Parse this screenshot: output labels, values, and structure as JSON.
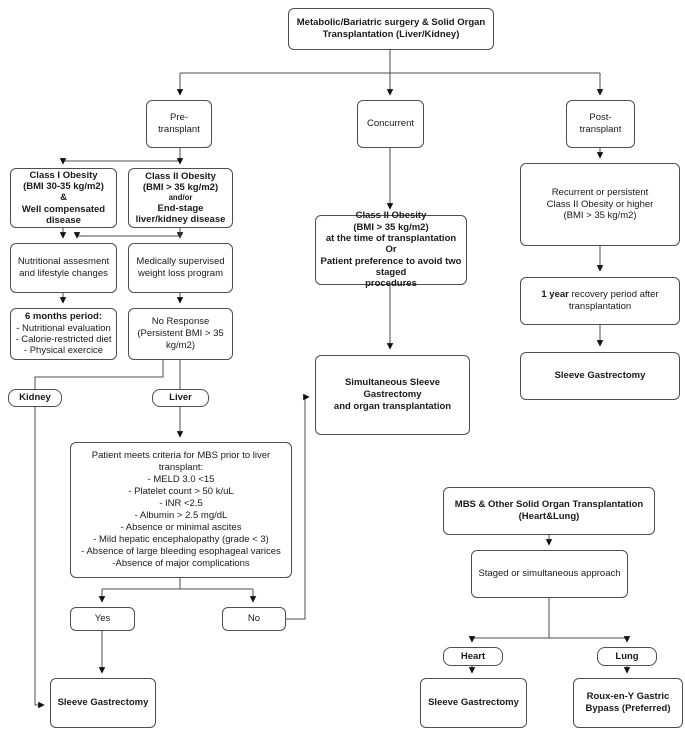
{
  "diagram": {
    "title": "Metabolic/Bariatric surgery & Solid Organ\nTransplantation (Liver/Kidney)",
    "phases": {
      "pre": "Pre-transplant",
      "concurrent": "Concurrent",
      "post": "Post-transplant"
    },
    "pre_path": {
      "class1": "Class I Obesity\n(BMI 30-35 kg/m2)\n&\nWell compensated\ndisease",
      "class2_top": "Class II Obesity\n(BMI > 35 kg/m2)",
      "class2_mid": "and/or",
      "class2_bottom": "End-stage\nliver/kidney disease",
      "nutritional": "Nutritional assesment\nand lifestyle changes",
      "medically": "Medically supervised\nweight loss program",
      "six_months_title": "6 months period:",
      "six_months_items": "- Nutritional evaluation\n- Calorie-restricted diet\n- Physical exercice",
      "no_response": "No Response\n(Persistent BMI > 35\nkg/m2)",
      "kidney": "Kidney",
      "liver": "Liver",
      "criteria": "Patient meets criteria for MBS prior to liver\ntransplant:\n- MELD 3.0 <15\n- Platelet count > 50 k/uL\n- INR <2.5\n- Albumin > 2.5 mg/dL\n- Absence or minimal ascites\n- Mild hepatic encephalopathy (grade < 3)\n- Absence of large bleeding esophageal varices\n-Absence of major complications",
      "yes": "Yes",
      "no": "No",
      "sleeve": "Sleeve Gastrectomy"
    },
    "concurrent_path": {
      "class2": "Class II Obesity\n(BMI > 35 kg/m2)\nat the time of transplantation\nOr\nPatient preference to avoid two staged\nprocedures",
      "simultaneous": "Simultaneous Sleeve Gastrectomy\nand organ transplantation"
    },
    "post_path": {
      "recurrent": "Recurrent or persistent\nClass II Obesity or higher\n(BMI > 35 kg/m2)",
      "one_year_bold": "1 year",
      "one_year_rest": " recovery period after\ntransplantation",
      "sleeve": "Sleeve Gastrectomy"
    },
    "heart_lung_path": {
      "mbs_other": "MBS & Other Solid Organ Transplantation\n(Heart&Lung)",
      "staged": "Staged or simultaneous approach",
      "heart": "Heart",
      "lung": "Lung",
      "sleeve": "Sleeve Gastrectomy",
      "roux": "Roux-en-Y Gastric\nBypass (Preferred)"
    },
    "colors": {
      "border": "#4f4f4f",
      "line": "#4d4d4d",
      "arrow": "#111111",
      "text": "#1a1a1a",
      "background": "#ffffff"
    }
  }
}
